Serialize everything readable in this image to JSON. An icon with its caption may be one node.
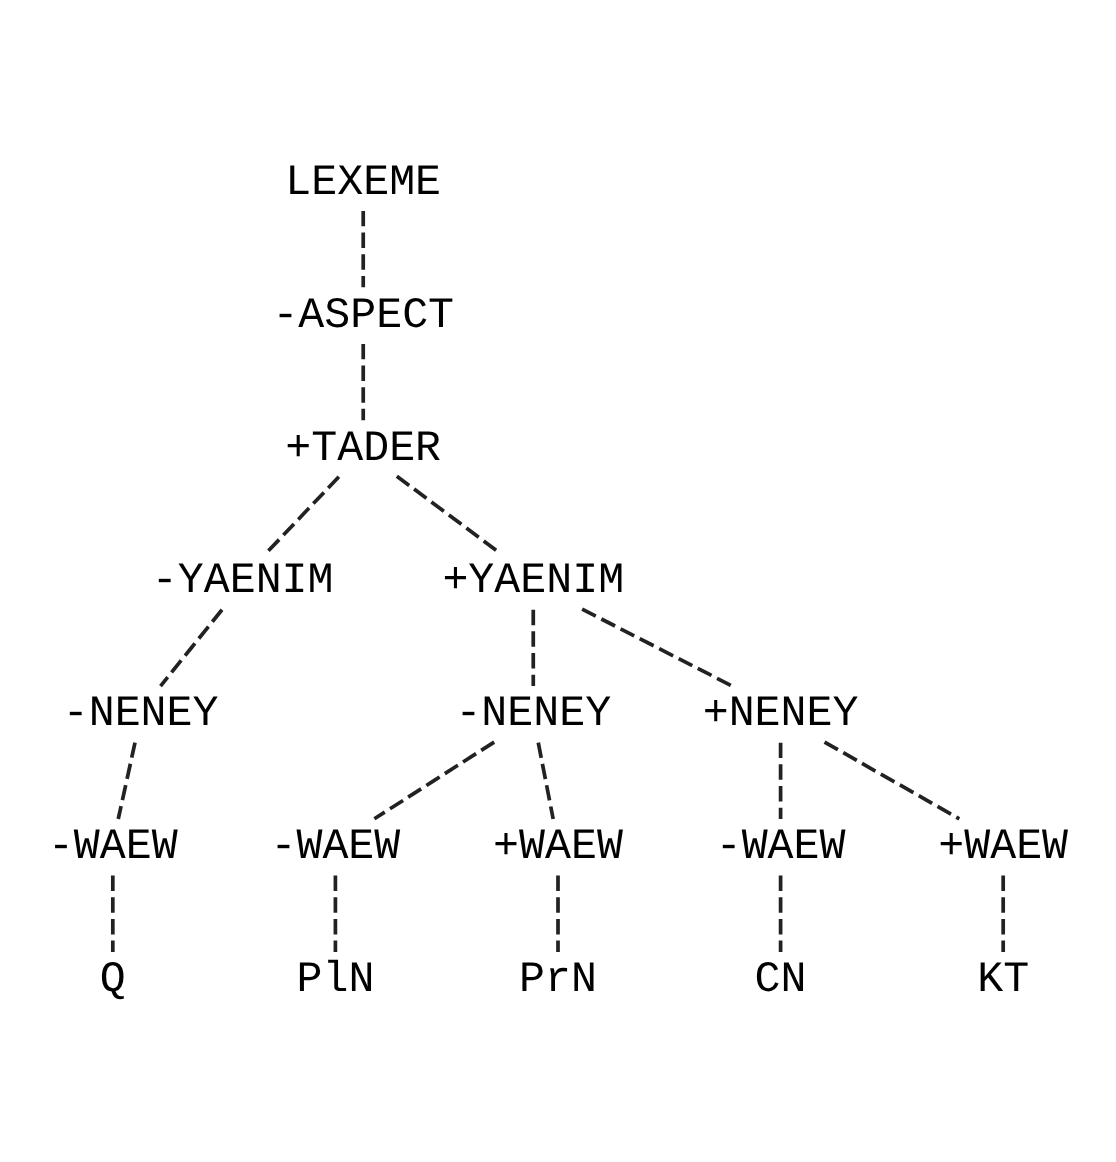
{
  "diagram": {
    "nodes": [
      {
        "text": [
          "LEXEME"
        ]
      },
      {
        "text": [
          "-ASPECT"
        ]
      },
      {
        "text": [
          "+TADER"
        ]
      },
      {
        "text": [
          "-YAENIM"
        ]
      },
      {
        "text": [
          "+YAENIM"
        ]
      },
      {
        "text": [
          "-NENEY"
        ]
      },
      {
        "text": [
          "-NENEY"
        ]
      },
      {
        "text": [
          "+NENEY"
        ]
      },
      {
        "text": [
          "-WAEW"
        ]
      },
      {
        "text": [
          "-WAEW"
        ]
      },
      {
        "text": [
          "+WAEW"
        ]
      },
      {
        "text": [
          "-WAEW"
        ]
      },
      {
        "text": [
          "+WAEW"
        ]
      },
      {
        "text": [
          "Q"
        ]
      },
      {
        "text": [
          "PlN"
        ]
      },
      {
        "text": [
          "PrN"
        ]
      },
      {
        "text": [
          "CN"
        ]
      },
      {
        "text": [
          "KT"
        ]
      }
    ],
    "edges": [
      {
        "from": 0,
        "to": 1,
        "arrow": "none",
        "style": "dashed"
      },
      {
        "from": 1,
        "to": 2,
        "arrow": "none",
        "style": "dashed"
      },
      {
        "from": 2,
        "to": 3,
        "arrow": "none",
        "style": "dashed"
      },
      {
        "from": 2,
        "to": 4,
        "arrow": "none",
        "style": "dashed"
      },
      {
        "from": 3,
        "to": 5,
        "arrow": "none",
        "style": "dashed"
      },
      {
        "from": 4,
        "to": 6,
        "arrow": "none",
        "style": "dashed"
      },
      {
        "from": 4,
        "to": 7,
        "arrow": "none",
        "style": "dashed"
      },
      {
        "from": 5,
        "to": 8,
        "arrow": "none",
        "style": "dashed"
      },
      {
        "from": 6,
        "to": 9,
        "arrow": "none",
        "style": "dashed"
      },
      {
        "from": 6,
        "to": 10,
        "arrow": "none",
        "style": "dashed"
      },
      {
        "from": 7,
        "to": 11,
        "arrow": "none",
        "style": "dashed"
      },
      {
        "from": 7,
        "to": 12,
        "arrow": "none",
        "style": "dashed"
      },
      {
        "from": 8,
        "to": 13,
        "arrow": "none",
        "style": "dashed"
      },
      {
        "from": 9,
        "to": 14,
        "arrow": "none",
        "style": "dashed"
      },
      {
        "from": 10,
        "to": 15,
        "arrow": "none",
        "style": "dashed"
      },
      {
        "from": 11,
        "to": 16,
        "arrow": "none",
        "style": "dashed"
      },
      {
        "from": 12,
        "to": 17,
        "arrow": "none",
        "style": "dashed"
      }
    ]
  }
}
